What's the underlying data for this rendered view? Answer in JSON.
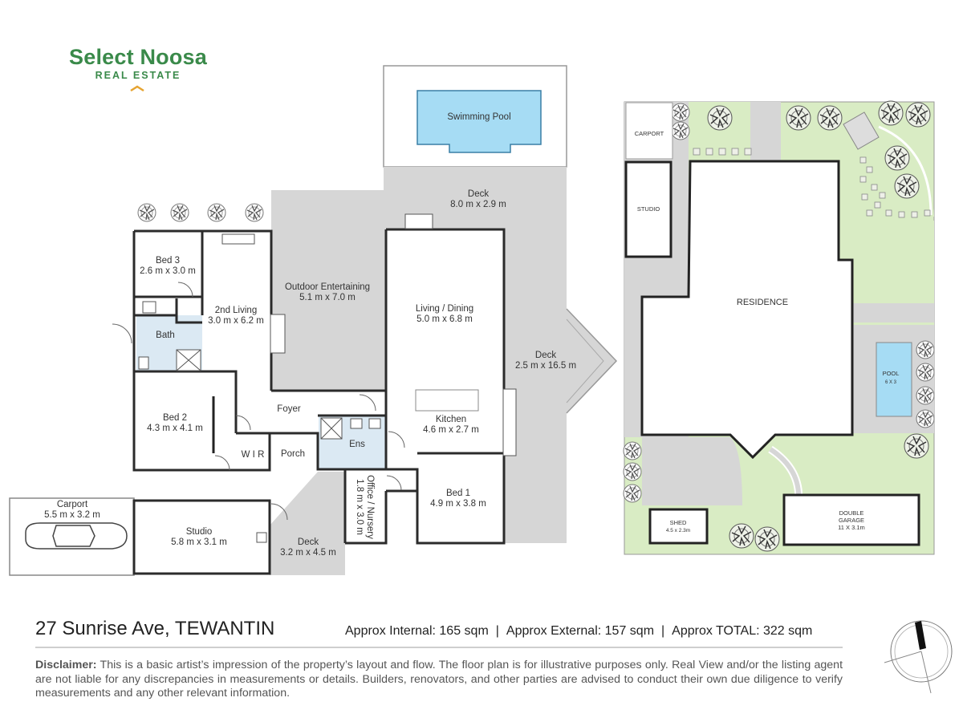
{
  "brand": {
    "name": "Select Noosa",
    "subtitle": "REAL ESTATE",
    "color": "#3a8a4a",
    "accent": "#e6a431"
  },
  "floor_plan": {
    "rooms": {
      "swimming_pool": {
        "name": "Swimming Pool"
      },
      "deck_top": {
        "name": "Deck",
        "size": "8.0 m x 2.9 m"
      },
      "bed3": {
        "name": "Bed 3",
        "size": "2.6 m x 3.0 m"
      },
      "living2": {
        "name": "2nd Living",
        "size": "3.0 m x 6.2 m"
      },
      "outdoor": {
        "name": "Outdoor Entertaining",
        "size": "5.1 m x 7.0 m"
      },
      "living_dining": {
        "name": "Living / Dining",
        "size": "5.0 m x 6.8 m"
      },
      "deck_side": {
        "name": "Deck",
        "size": "2.5 m x 16.5 m"
      },
      "bath": {
        "name": "Bath"
      },
      "bed2": {
        "name": "Bed 2",
        "size": "4.3 m x 4.1 m"
      },
      "foyer": {
        "name": "Foyer"
      },
      "kitchen": {
        "name": "Kitchen",
        "size": "4.6 m x 2.7 m"
      },
      "wir": {
        "name": "W I R"
      },
      "porch": {
        "name": "Porch"
      },
      "ens": {
        "name": "Ens"
      },
      "office": {
        "name": "Office / Nursery",
        "size": "1.8 m x 3.0 m"
      },
      "bed1": {
        "name": "Bed 1",
        "size": "4.9 m x 3.8 m"
      },
      "carport": {
        "name": "Carport",
        "size": "5.5 m x 3.2 m"
      },
      "studio": {
        "name": "Studio",
        "size": "5.8 m x 3.1 m"
      },
      "deck_bottom": {
        "name": "Deck",
        "size": "3.2 m x 4.5 m"
      }
    }
  },
  "site_plan": {
    "carport": "CARPORT",
    "studio": "STUDIO",
    "residence": "RESIDENCE",
    "pool": "POOL",
    "pool_size": "6 X 3",
    "shed": "SHED",
    "shed_size": "4.5 x 2.3m",
    "garage_line1": "DOUBLE",
    "garage_line2": "GARAGE",
    "garage_size": "11 X 3.1m",
    "lawn_color": "#d9ecc4",
    "paving_color": "#d6d6d6"
  },
  "footer": {
    "address": "27 Sunrise Ave, TEWANTIN",
    "internal": "Approx Internal: 165 sqm",
    "external": "Approx External: 157 sqm",
    "total": "Approx TOTAL: 322 sqm",
    "separator": "|",
    "disclaimer_label": "Disclaimer:",
    "disclaimer_text": "This is a basic artist’s impression of the property’s layout and flow. The floor plan is for illustrative purposes only. Real View and/or the listing agent are not liable for any discrepancies in measurements or details. Builders, renovators, and other parties are advised to conduct their own due diligence to verify measurements and any other relevant information."
  },
  "colors": {
    "wet_area": "#dbe9f3",
    "pool_water": "#a6dcf4",
    "outdoor": "#d6d6d6",
    "wall": "#2b2b2b"
  }
}
